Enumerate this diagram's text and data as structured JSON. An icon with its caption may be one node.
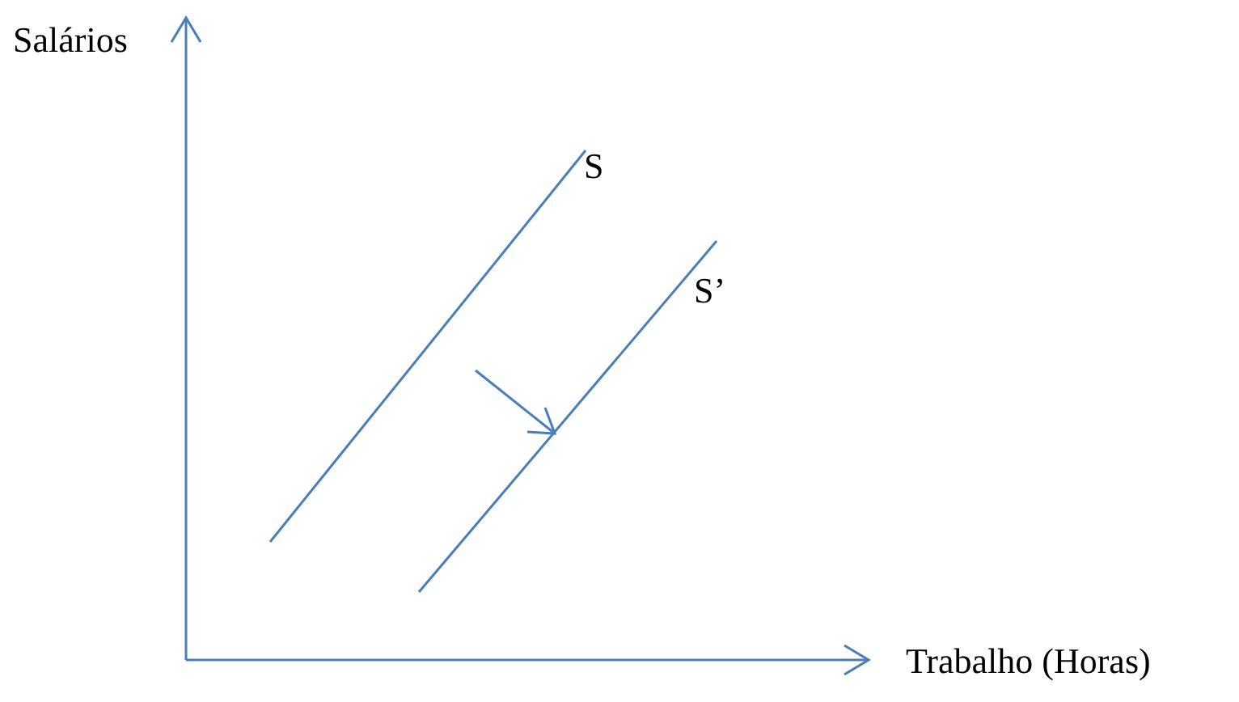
{
  "diagram": {
    "labels": [
      "Salários",
      "S",
      "S’",
      "Trabalho (Horas)"
    ]
  }
}
